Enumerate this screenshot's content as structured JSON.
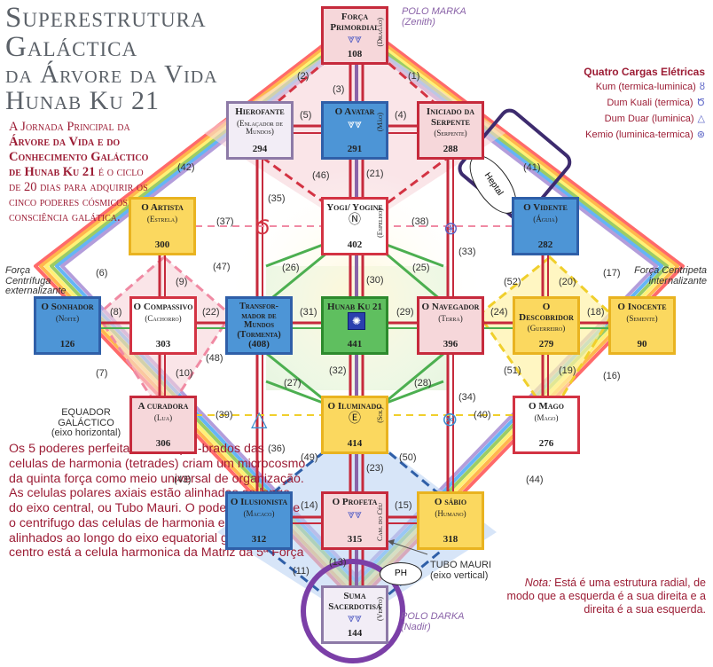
{
  "title": {
    "line1": "Superestrutura",
    "line2": "Galáctica",
    "line3": "da Árvore da Vida",
    "line4": "Hunab Ku 21"
  },
  "intro": {
    "p1": "A Jornada Principal da",
    "p2": "Árvore da Vida e do",
    "p3": "Conhecimento Galáctico",
    "p4": "de Hunab Ku 21",
    "p5": "é o ciclo de 20 dias para adquirir os cinco poderes cósmicos da consciência galática."
  },
  "bottom_text": "Os 5 poderes perfeitamente equili-brados das celulas de harmonia (tetrades) criam um microcosmo da quinta força como meio universal de organização. As celulas polares axiais estão alinhadas ao longo do eixo central, ou Tubo Mauri. O poder centripeto e o centrifugo das celulas de harmonia estão alinhados ao longo do eixo equatorial galáctico. Ao centro está a celula harmonica da Matriz da 5ª Força",
  "legend": {
    "heading": "Quatro Cargas Elétricas",
    "items": [
      {
        "label": "Kum (termica-luminica)",
        "icon": "ȣ"
      },
      {
        "label": "Dum Kuali (termica)",
        "icon": "Ծ"
      },
      {
        "label": "Dum Duar (luminica)",
        "icon": "△"
      },
      {
        "label": "Kemio (luminica-termica)",
        "icon": "⊛"
      }
    ]
  },
  "note": {
    "label": "Nota:",
    "text": "Está é uma estrutura radial, de modo que a esquerda é a sua direita e a direita é a sua esquerda."
  },
  "labels": {
    "polo_marka": "POLO MARKA",
    "zenith": "(Zenith)",
    "polo_darka": "POLO DARKA",
    "nadir": "(Nadir)",
    "forca_centrifuga": "Força Centrífuga externalizante",
    "forca_centripeta": "Força Centripeta internalizante",
    "equador": "EQUADOR GALÁCTICO",
    "eixo_horizontal": "(eixo horizontal)",
    "tubo_mauri": "TUBO MAURI",
    "eixo_vertical": "(eixo vertical)",
    "ph": "PH",
    "heptal": "Heptal"
  },
  "nodes": {
    "forca": {
      "name": "Força Primordial",
      "sub": "(Dragão)",
      "num": "108",
      "sym": "⩔⩔"
    },
    "hierofante": {
      "name": "Hierofante",
      "sub": "(Enlaçador de Mundos)",
      "num": "294"
    },
    "avatar": {
      "name": "O Avatar",
      "sub": "(Mão)",
      "num": "291",
      "sym": "⩔⩔"
    },
    "iniciado": {
      "name": "Iniciado da Serpente",
      "sub": "(Serpente)",
      "num": "288"
    },
    "artista": {
      "name": "O Artista",
      "sub": "(Estrela)",
      "num": "300"
    },
    "yogi": {
      "name": "Yogi/ Yogine",
      "sub": "(Espelho)",
      "num": "402",
      "sym": "Ⓝ"
    },
    "vidente": {
      "name": "O Vidente",
      "sub": "(Águia)",
      "num": "282"
    },
    "sonhador": {
      "name": "O Sonhador",
      "sub": "(Noite)",
      "num": "126"
    },
    "compassivo": {
      "name": "O Compassivo",
      "sub": "(Cachorro)",
      "num": "303"
    },
    "transformador": {
      "name": "Transfor-mador de Mundos (Tormenta)",
      "num": "(408)"
    },
    "hunab": {
      "name": "Hunab Ku 21",
      "num": "441"
    },
    "navegador": {
      "name": "O Navegador",
      "sub": "(Terra)",
      "num": "396"
    },
    "descobridor": {
      "name": "O Descobridor",
      "sub": "(Guerreiro)",
      "num": "279"
    },
    "inocente": {
      "name": "O Inocente",
      "sub": "(Semente)",
      "num": "90"
    },
    "curadora": {
      "name": "A curadora",
      "sub": "(Lua)",
      "num": "306"
    },
    "iluminado": {
      "name": "O Iluminado",
      "sub": "(Sol)",
      "num": "414",
      "sym": "Ⓔ"
    },
    "mago": {
      "name": "O Mago",
      "sub": "(Mago)",
      "num": "276"
    },
    "ilusionista": {
      "name": "O Ilusionista",
      "sub": "(Macaco)",
      "num": "312"
    },
    "profeta": {
      "name": "O Profeta",
      "sub": "Cam. do Céu",
      "num": "315",
      "sym": "⩔⩔"
    },
    "sabio": {
      "name": "O sábio",
      "sub": "(Humano)",
      "num": "318"
    },
    "suma": {
      "name": "Suma Sacerdotisa",
      "sub": "(Vento)",
      "num": "144",
      "sym": "⩔⩔"
    }
  },
  "path_numbers": [
    "(1)",
    "(2)",
    "(3)",
    "(4)",
    "(5)",
    "(6)",
    "(7)",
    "(8)",
    "(9)",
    "(10)",
    "(11)",
    "(13)",
    "(14)",
    "(15)",
    "(16)",
    "(17)",
    "(18)",
    "(19)",
    "(20)",
    "(21)",
    "(22)",
    "(23)",
    "(24)",
    "(25)",
    "(26)",
    "(27)",
    "(28)",
    "(29)",
    "(30)",
    "(31)",
    "(32)",
    "(33)",
    "(34)",
    "(35)",
    "(36)",
    "(37)",
    "(38)",
    "(39)",
    "(40)",
    "(41)",
    "(42)",
    "(43)",
    "(44)",
    "(46)",
    "(47)",
    "(48)",
    "(49)",
    "(50)",
    "(51)",
    "(52)"
  ]
}
